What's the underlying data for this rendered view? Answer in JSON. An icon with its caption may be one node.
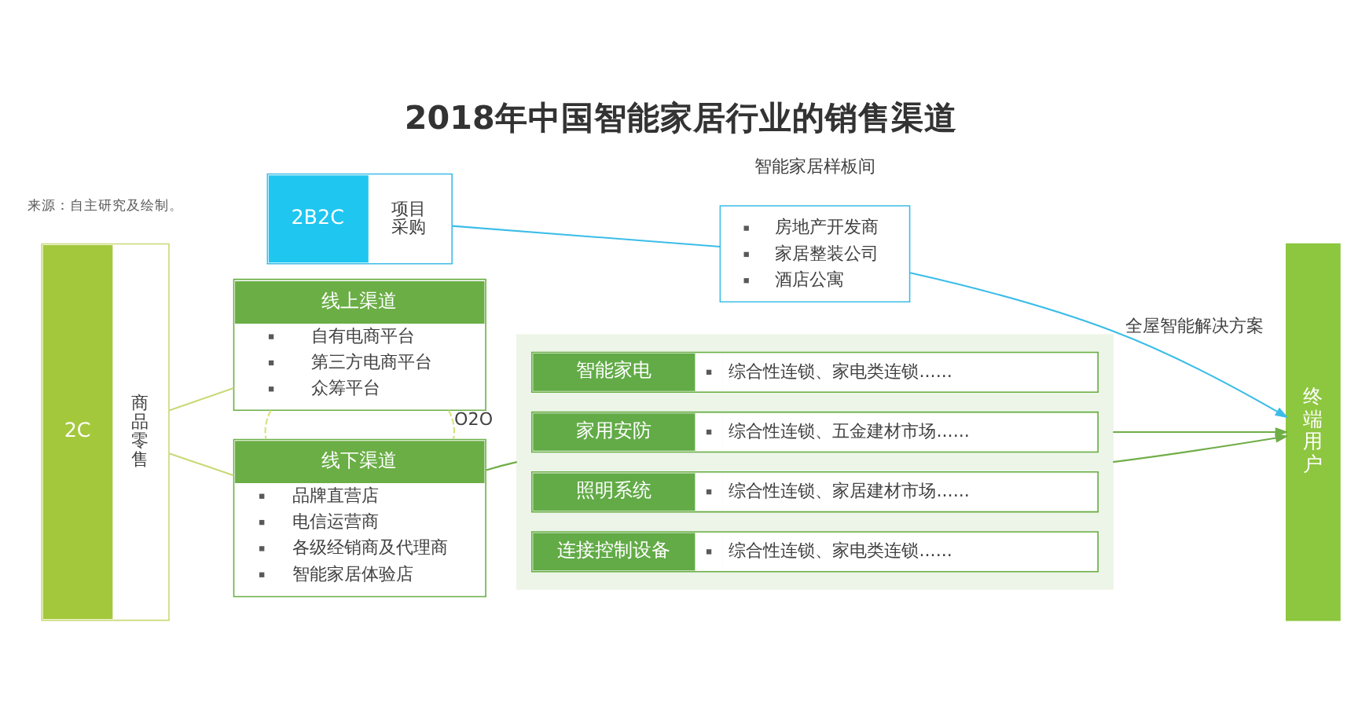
{
  "diagram": {
    "title": "2018年中国智能家居行业的销售渠道",
    "nodes": [
      {
        "text": [
          "2C",
          "商品零售"
        ]
      },
      {
        "text": [
          "线上渠道",
          "自有电商平台",
          "第三方电商平台",
          "众筹平台"
        ]
      },
      {
        "text": [
          "线下渠道",
          "品牌直营店",
          "电信运营商",
          "各级经销商及代理商",
          "智能家居体验店"
        ]
      },
      {
        "text": [
          "2B2C",
          "项目采购"
        ]
      },
      {
        "text": [
          "房地产开发商",
          "家居整装公司",
          "酒店公寓"
        ]
      },
      {
        "text": [],
        "shape": "box"
      },
      {
        "text": [
          "智能家电",
          "综合性连锁、家电类连锁......"
        ],
        "in": 5
      },
      {
        "text": [
          "家用安防",
          "综合性连锁、五金建材市场......"
        ],
        "in": 5
      },
      {
        "text": [
          "照明系统",
          "综合性连锁、家居建材市场......"
        ],
        "in": 5
      },
      {
        "text": [
          "连接控制设备",
          "综合性连锁、家电类连锁......"
        ],
        "in": 5
      },
      {
        "text": [
          "终端用户"
        ]
      }
    ],
    "edges": [
      {
        "from": 0,
        "to": 1,
        "arrow": "none",
        "color": "#c9d977"
      },
      {
        "from": 0,
        "to": 2,
        "arrow": "none",
        "color": "#c9d977"
      },
      {
        "from": 1,
        "to": 2,
        "arrow": "none",
        "style": "dashed",
        "color": "#d6e07a",
        "label": "O2O"
      },
      {
        "from": 1,
        "to": 2,
        "arrow": "none",
        "style": "dashed",
        "color": "#d6e07a"
      },
      {
        "from": 3,
        "to": 4,
        "arrow": "none",
        "color": "#3bbde8"
      },
      {
        "from": 4,
        "to": 10,
        "arrow": "to",
        "color": "#3bbde8",
        "label": "全屋智能解决方案"
      },
      {
        "from": 2,
        "to": 5,
        "arrow": "none"
      },
      {
        "from": 5,
        "to": 10,
        "arrow": "to"
      },
      {
        "from": 5,
        "to": 10,
        "arrow": "to"
      }
    ],
    "labels": [
      "智能家居样板间",
      "来源：自主研究及绘制。"
    ]
  }
}
